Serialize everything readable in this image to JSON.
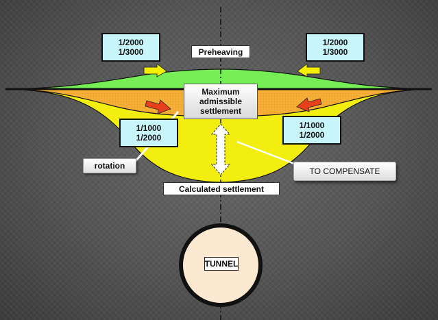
{
  "labels": {
    "preheaving": "Preheaving",
    "max_settlement": [
      "Maximum",
      "admissible",
      "settlement"
    ],
    "calculated_settlement": "Calculated settlement",
    "rotation": "rotation",
    "to_compensate": "TO COMPENSATE",
    "tunnel": "TUNNEL"
  },
  "ratios": {
    "preheave_left": [
      "1/2000",
      "1/3000"
    ],
    "preheave_right": [
      "1/2000",
      "1/3000"
    ],
    "settle_left": [
      "1/1000",
      "1/2000"
    ],
    "settle_right": [
      "1/1000",
      "1/2000"
    ]
  },
  "colors": {
    "preheave_zone": "#77ee55",
    "admissible_zone": "#f5b03a",
    "settlement_zone": "#f2ee10",
    "ratio_box": "#c8f5fa",
    "tunnel_fill": "#fbe9d2",
    "arrow_yellow": "#f5f000",
    "arrow_red": "#e8401a"
  }
}
